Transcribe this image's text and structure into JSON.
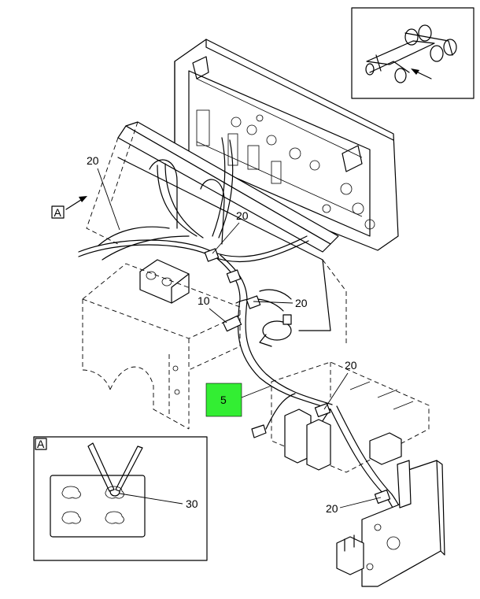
{
  "callouts": {
    "c20_a": "20",
    "c20_b": "20",
    "c20_c": "20",
    "c20_d": "20",
    "c20_e": "20",
    "c10": "10",
    "c5": "5",
    "c30": "30"
  },
  "view_labels": {
    "view_a_ref": "A",
    "detail_a_title": "A"
  },
  "colors": {
    "highlight": "#33ee33",
    "line": "#000000",
    "background": "#ffffff"
  },
  "icons": {
    "vehicle_locator": "truck-chassis-locator-icon",
    "view_arrow": "view-direction-arrow-icon"
  }
}
